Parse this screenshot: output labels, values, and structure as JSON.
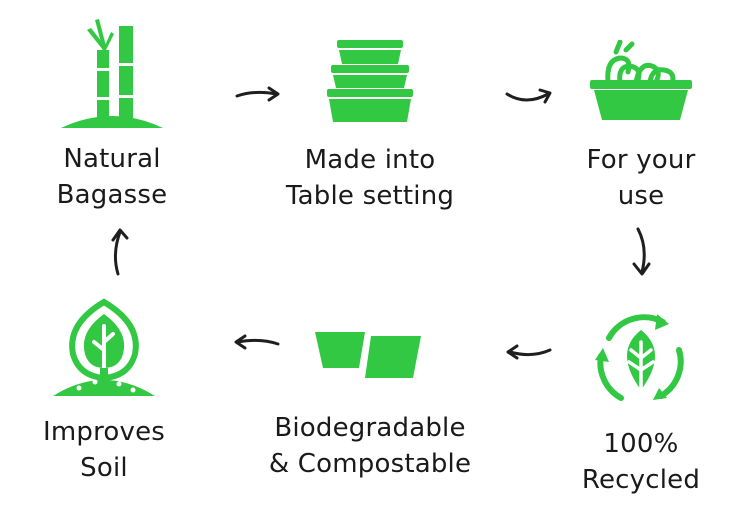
{
  "colors": {
    "green": "#33c843",
    "dark_green": "#2aa838",
    "arrow": "#1f1f1f",
    "text": "#1a1a1a"
  },
  "steps": [
    {
      "icon": "bamboo-sugarcane-icon",
      "line1": "Natural",
      "line2": "Bagasse"
    },
    {
      "icon": "stacked-containers-icon",
      "line1": "Made into",
      "line2": "Table setting"
    },
    {
      "icon": "food-container-icon",
      "line1": "For your",
      "line2": "use"
    },
    {
      "icon": "recycle-leaf-icon",
      "line1": "100%",
      "line2": "Recycled"
    },
    {
      "icon": "compostable-cups-icon",
      "line1": "Biodegradable",
      "line2": "& Compostable"
    },
    {
      "icon": "tree-soil-icon",
      "line1": "Improves",
      "line2": "Soil"
    }
  ]
}
